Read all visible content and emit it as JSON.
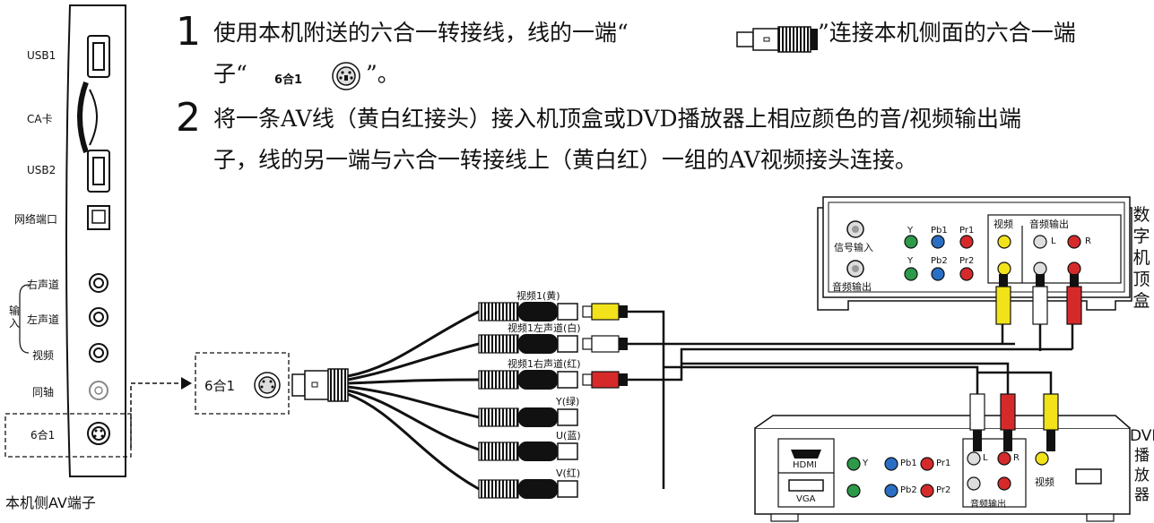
{
  "instructions": {
    "step1": {
      "number": "1",
      "line1_a": "使用本机附送的六合一转接线，线的一端“",
      "line1_b": "”连接本机侧面的六合一端",
      "line2_a": "子“",
      "port_label": "6合1",
      "line2_b": "”。"
    },
    "step2": {
      "number": "2",
      "line1": "将一条AV线（黄白红接头）接入机顶盒或DVD播放器上相应颜色的音/视频输出端",
      "line2": "子，线的另一端与六合一转接线上（黄白红）一组的AV视频接头连接。"
    }
  },
  "side_panel": {
    "caption": "本机侧AV端子",
    "ports": {
      "usb1": "USB1",
      "ca_card": "CA卡",
      "usb2": "USB2",
      "network": "网络端口",
      "right_channel": "右声道",
      "input_label": "输入",
      "left_channel": "左声道",
      "video": "视频",
      "coax": "同轴",
      "six_in_one": "6合1"
    }
  },
  "adapter": {
    "label": "6合1",
    "connectors": [
      "视频1(黄)",
      "视频1左声道(白)",
      "视频1右声道(红)",
      "Y(绿)",
      "U(蓝)",
      "V(红)"
    ]
  },
  "set_top_box": {
    "title": "数字机顶盒",
    "signal_in": "信号输入",
    "audio_out": "音频输出",
    "y1": "Y",
    "pb1": "Pb1",
    "pr1": "Pr1",
    "y2": "Y",
    "pb2": "Pb2",
    "pr2": "Pr2",
    "video": "视频",
    "audio_out_header": "音频输出",
    "l": "L",
    "r": "R"
  },
  "dvd_player": {
    "title": "DVD播放器",
    "hdmi": "HDMI",
    "vga": "VGA",
    "y": "Y",
    "pb1": "Pb1",
    "pr1": "Pr1",
    "pb2": "Pb2",
    "pr2": "Pr2",
    "l": "L",
    "r": "R",
    "audio_out": "音频输出",
    "video": "视频"
  },
  "colors": {
    "yellow": "#f2e21a",
    "white": "#ffffff",
    "red": "#d62a2a",
    "green": "#2d9a4a",
    "blue": "#2a6fc4",
    "line": "#111111"
  }
}
